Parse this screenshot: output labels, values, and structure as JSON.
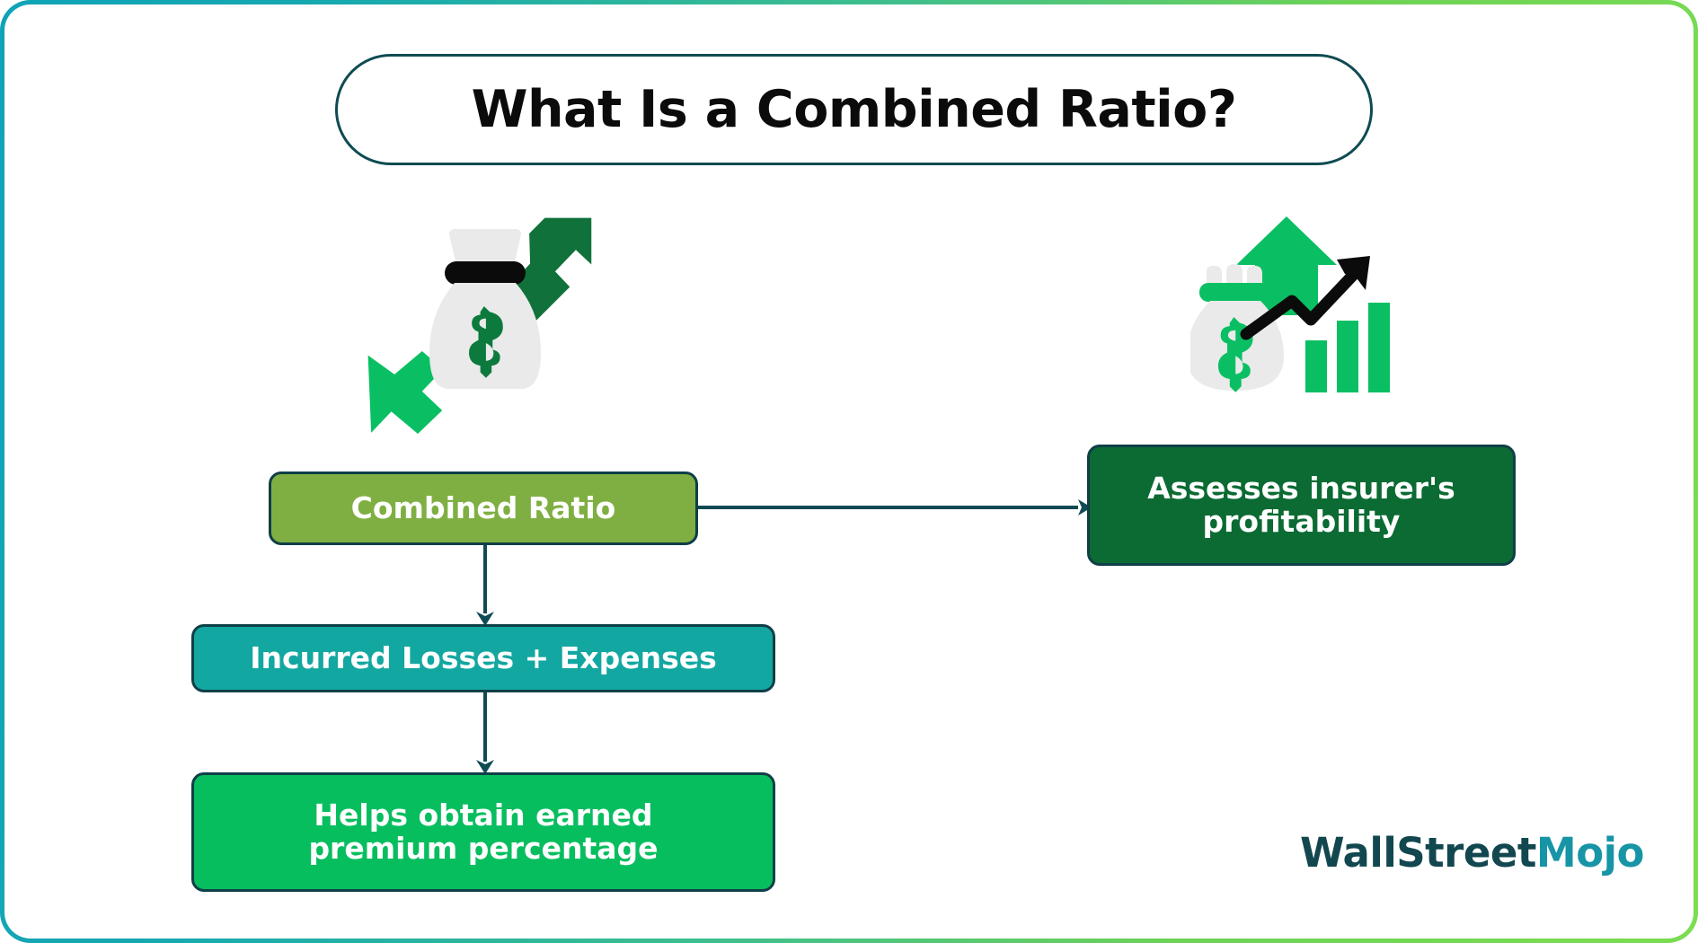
{
  "frame": {
    "border_gradient_start": "#0FA3B8",
    "border_gradient_end": "#7BDD50",
    "background": "#ffffff"
  },
  "header": {
    "title": "What Is a Combined Ratio?",
    "title_color": "#0B0B0B",
    "pill_border_color": "#0F4B52",
    "pill_background": "#ffffff"
  },
  "icons": {
    "left": {
      "name": "money-bag-with-up-and-down-arrows-icon",
      "bag_color": "#EAEAEA",
      "bag_band_color": "#0B0B0B",
      "dollar_color": "#0D7A3D",
      "up_arrow_color": "#10713A",
      "down_arrow_color": "#0ABF63"
    },
    "right": {
      "name": "money-bag-growth-chart-icon",
      "bag_color": "#EAEAEA",
      "bag_band_color": "#0ABF63",
      "dollar_color": "#0ABF63",
      "big_arrow_color": "#0ABF63",
      "trend_line_color": "#0B0B0B",
      "bar_color": "#0ABF63",
      "bar_values": [
        1,
        1.45,
        1.95
      ]
    }
  },
  "flow": {
    "root": {
      "label": "Combined Ratio",
      "background": "#7FAF42",
      "border": "#0F3F47",
      "text_color": "#ffffff"
    },
    "branches": [
      {
        "id": "assesses",
        "label": "Assesses insurer's profitability",
        "line1": "Assesses insurer's",
        "line2": "profitability",
        "background": "#0B6B33",
        "border": "#17323C",
        "text_color": "#ffffff"
      },
      {
        "id": "incurred",
        "label": "Incurred Losses + Expenses",
        "line1": "Incurred Losses + Expenses",
        "line2": "",
        "background": "#13A7A1",
        "border": "#0F3F47",
        "text_color": "#ffffff"
      },
      {
        "id": "helps",
        "label": "Helps obtain earned premium percentage",
        "line1": "Helps obtain earned",
        "line2": "premium percentage",
        "background": "#07BE5F",
        "border": "#17323C",
        "text_color": "#ffffff"
      }
    ],
    "connector_color": "#0F4B52"
  },
  "logo": {
    "name": "wallstreetmojo-logo",
    "word_primary": "WallStreet",
    "word_secondary": "Mojo",
    "primary_color": "#12474F",
    "secondary_color": "#1795A6",
    "mascot": "bull-with-top-hat-icon"
  }
}
